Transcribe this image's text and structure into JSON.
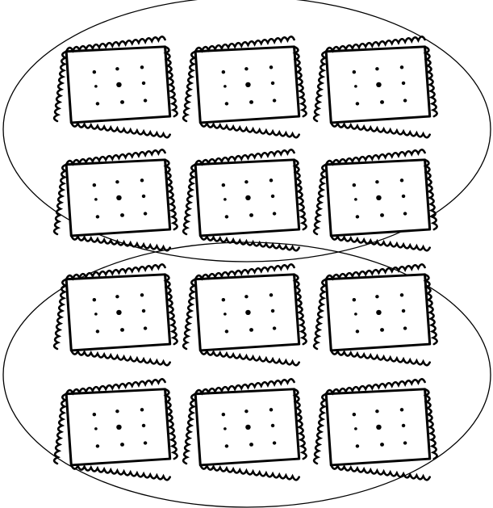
{
  "figure": {
    "description_visible_text": "",
    "ink_color": "#000000",
    "background_color": "#ffffff",
    "groups": [
      {
        "rows": 2,
        "cols": 3,
        "item_icon": "biscuit-icon"
      },
      {
        "rows": 2,
        "cols": 3,
        "item_icon": "biscuit-icon"
      }
    ],
    "total_items": 12
  }
}
